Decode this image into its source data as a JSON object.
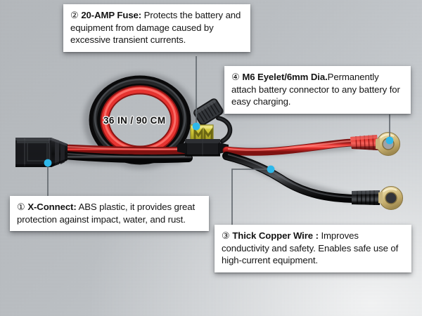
{
  "image": {
    "kind": "product-infographic",
    "subject": "SAE battery charger extension cable with inline fuse and ring terminals",
    "background_color": "#bcc0c4"
  },
  "callouts": [
    {
      "id": "callout-1",
      "number": "①",
      "title": "X-Connect:",
      "body": "ABS plastic, it provides great protection against impact, water, and rust.",
      "points_to": "x-connect-connector"
    },
    {
      "id": "callout-2",
      "number": "②",
      "title": "20-AMP Fuse:",
      "body": "Protects the battery and equipment from damage caused by excessive transient currents.",
      "points_to": "inline-fuse-holder"
    },
    {
      "id": "callout-3",
      "number": "③",
      "title": "Thick Copper Wire :",
      "body": "Improves conductivity and safety. Enables safe use of high-current equipment.",
      "points_to": "black-wire"
    },
    {
      "id": "callout-4",
      "number": "④",
      "title": "M6 Eyelet/6mm Dia.",
      "body": "Permanently attach battery connector to any battery for easy charging.",
      "points_to": "red-ring-terminal"
    }
  ],
  "labels": {
    "cable_length": "36 IN / 90 CM"
  },
  "parts": {
    "x_connect": "x-connect-connector",
    "fuse_holder": "inline-fuse-holder",
    "fuse_blade": "blade-fuse",
    "fuse_cap": "fuse-cap",
    "cable_coil": "coiled-cable",
    "red_wire": "red-wire",
    "black_wire": "black-wire",
    "red_ring_terminal": "red-ring-terminal",
    "black_ring_terminal": "black-ring-terminal"
  },
  "colors": {
    "red_wire": "#e12d2c",
    "black_wire": "#1d1d1f",
    "fuse_yellow": "#c9c12a",
    "eyelet_brass": "#d9c98e",
    "marker_blue": "#2eb8ea",
    "box_white": "#ffffff",
    "leader_gray": "#5f656b"
  }
}
